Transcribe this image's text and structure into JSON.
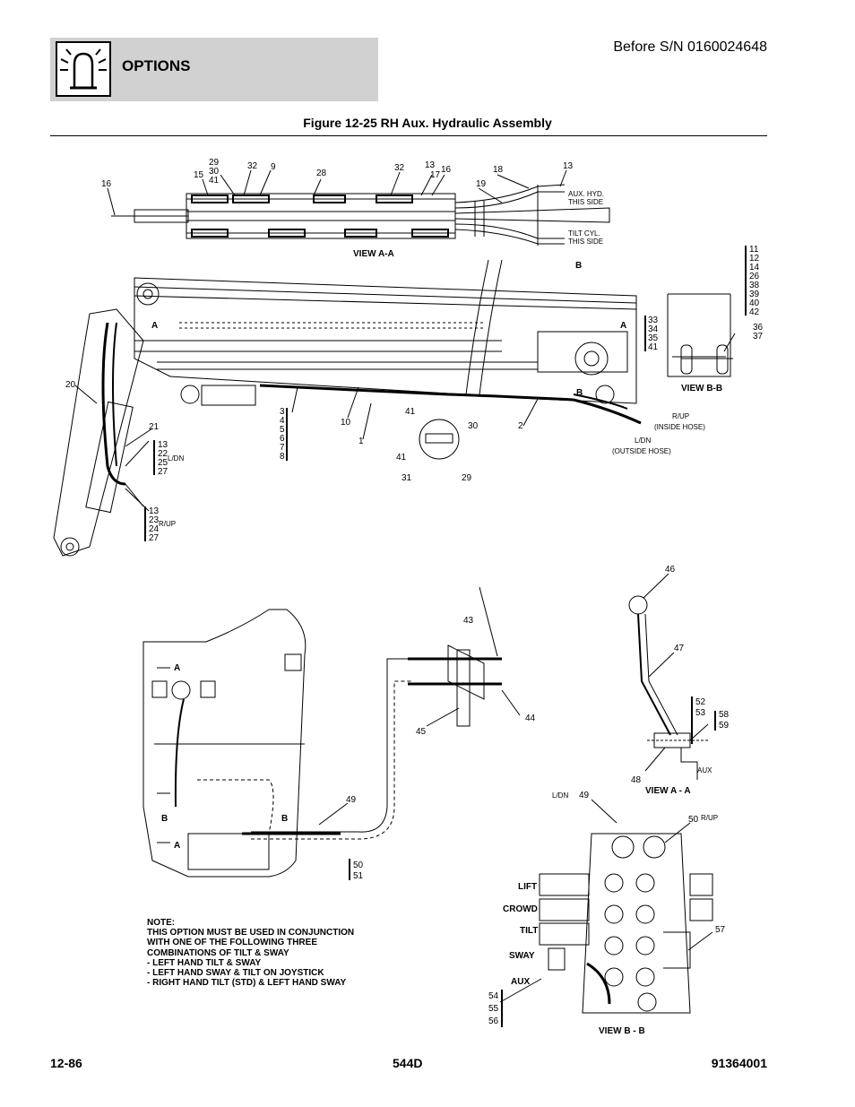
{
  "header": {
    "section": "OPTIONS",
    "serial": "Before S/N 0160024648"
  },
  "figure": {
    "title": "Figure 12-25 RH Aux. Hydraulic Assembly"
  },
  "callouts": {
    "c16": "16",
    "c15": "15",
    "c29_30_41": [
      "29",
      "30",
      "41"
    ],
    "c32a": "32",
    "c9": "9",
    "c28": "28",
    "c32b": "32",
    "c13a": "13",
    "c17": "17",
    "c16b": "16",
    "c18": "18",
    "c19": "19",
    "c13b": "13",
    "aux_hyd": [
      "AUX. HYD.",
      "THIS SIDE"
    ],
    "tilt_cyl": [
      "TILT CYL.",
      "THIS SIDE"
    ],
    "view_aa": "VIEW A-A",
    "b_top": "B",
    "b_bottom": "B",
    "a_left": "A",
    "a_right": "A",
    "list_11_42": [
      "11",
      "12",
      "14",
      "26",
      "38",
      "39",
      "40",
      "42"
    ],
    "list_33_41": [
      "33",
      "34",
      "35",
      "41"
    ],
    "list_36_37": [
      "36",
      "37"
    ],
    "view_bb": "VIEW B-B",
    "c20": "20",
    "c21": "21",
    "list_13_27a": [
      "13",
      "22",
      "25",
      "27"
    ],
    "ldn_a": "L/DN",
    "list_13_27b": [
      "13",
      "23",
      "24",
      "27"
    ],
    "rup_a": "R/UP",
    "list_3_8": [
      "3",
      "4",
      "5",
      "6",
      "7",
      "8"
    ],
    "c10": "10",
    "c1": "1",
    "c41a": "41",
    "c30": "30",
    "c41b": "41",
    "c31": "31",
    "c29": "29",
    "c2": "2",
    "rup_inside": [
      "R/UP",
      "(INSIDE HOSE)"
    ],
    "ldn_outside": [
      "L/DN",
      "(OUTSIDE HOSE)"
    ],
    "c46": "46",
    "c47": "47",
    "list_52_53": [
      "52",
      "53"
    ],
    "list_58_59": [
      "58",
      "59"
    ],
    "c48": "48",
    "aux_small": "AUX",
    "view_a_a": "VIEW A - A",
    "c43": "43",
    "c44": "44",
    "c45": "45",
    "a_cab_top": "A",
    "a_cab_bottom": "A",
    "b_cab_left": "B",
    "b_cab_right": "B",
    "c49": "49",
    "list_50_51": [
      "50",
      "51"
    ],
    "ldn_valve": "L/DN",
    "c49b": "49",
    "c50": "50",
    "rup_valve": "R/UP",
    "lift": "LIFT",
    "crowd": "CROWD",
    "tilt": "TILT",
    "sway": "SWAY",
    "aux": "AUX",
    "c57": "57",
    "list_54_56": [
      "54",
      "55",
      "56"
    ],
    "view_b_b": "VIEW B - B"
  },
  "note": [
    "NOTE:",
    "THIS OPTION MUST BE USED IN CONJUNCTION",
    "WITH ONE OF THE FOLLOWING THREE",
    "COMBINATIONS OF TILT & SWAY",
    "- LEFT HAND TILT & SWAY",
    "- LEFT HAND SWAY & TILT ON JOYSTICK",
    "- RIGHT HAND TILT (STD) & LEFT HAND SWAY"
  ],
  "footer": {
    "page": "12-86",
    "model": "544D",
    "doc": "91364001"
  }
}
